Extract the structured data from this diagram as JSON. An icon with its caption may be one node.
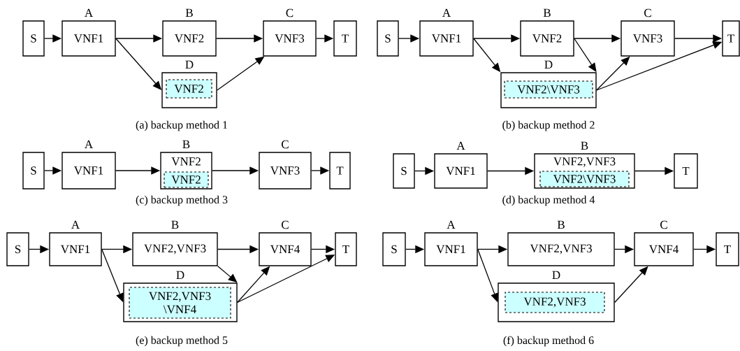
{
  "diagram": {
    "nodes": [
      {
        "text": [
          "S"
        ]
      },
      {
        "text": [
          "A",
          "VNF1"
        ]
      },
      {
        "text": [
          "B",
          "VNF2"
        ]
      },
      {
        "text": [
          "C",
          "VNF3"
        ]
      },
      {
        "text": [
          "T"
        ]
      },
      {
        "text": [
          "D"
        ]
      },
      {
        "text": [
          "VNF2"
        ],
        "in": 5
      },
      {
        "text": [
          "S"
        ]
      },
      {
        "text": [
          "A",
          "VNF1"
        ]
      },
      {
        "text": [
          "B",
          "VNF2"
        ]
      },
      {
        "text": [
          "C",
          "VNF3"
        ]
      },
      {
        "text": [
          "T"
        ]
      },
      {
        "text": [
          "D"
        ]
      },
      {
        "text": [
          "VNF2\\VNF3"
        ],
        "in": 12
      },
      {
        "text": [
          "S"
        ]
      },
      {
        "text": [
          "A",
          "VNF1"
        ]
      },
      {
        "text": [
          "B",
          "VNF2"
        ]
      },
      {
        "text": [
          "VNF2"
        ],
        "in": 16
      },
      {
        "text": [
          "C",
          "VNF3"
        ]
      },
      {
        "text": [
          "T"
        ]
      },
      {
        "text": [
          "S"
        ]
      },
      {
        "text": [
          "A",
          "VNF1"
        ]
      },
      {
        "text": [
          "B",
          "VNF2,VNF3"
        ]
      },
      {
        "text": [
          "VNF2\\VNF3"
        ],
        "in": 22
      },
      {
        "text": [
          "T"
        ]
      },
      {
        "text": [
          "S"
        ]
      },
      {
        "text": [
          "A",
          "VNF1"
        ]
      },
      {
        "text": [
          "B",
          "VNF2,VNF3"
        ]
      },
      {
        "text": [
          "C",
          "VNF4"
        ]
      },
      {
        "text": [
          "T"
        ]
      },
      {
        "text": [
          "D"
        ]
      },
      {
        "text": [
          "VNF2,VNF3 \\VNF4"
        ],
        "in": 30
      },
      {
        "text": [
          "S"
        ]
      },
      {
        "text": [
          "A",
          "VNF1"
        ]
      },
      {
        "text": [
          "B",
          "VNF2,VNF3"
        ]
      },
      {
        "text": [
          "C",
          "VNF4"
        ]
      },
      {
        "text": [
          "T"
        ]
      },
      {
        "text": [
          "D"
        ]
      },
      {
        "text": [
          "VNF2,VNF3"
        ],
        "in": 37
      }
    ],
    "edges": [
      {
        "from": 0,
        "to": 1,
        "arrow": "to"
      },
      {
        "from": 1,
        "to": 2,
        "arrow": "to"
      },
      {
        "from": 1,
        "to": 5,
        "arrow": "to"
      },
      {
        "from": 2,
        "to": 3,
        "arrow": "to"
      },
      {
        "from": 5,
        "to": 3,
        "arrow": "to"
      },
      {
        "from": 3,
        "to": 4,
        "arrow": "to"
      },
      {
        "from": 7,
        "to": 8,
        "arrow": "to"
      },
      {
        "from": 8,
        "to": 9,
        "arrow": "to"
      },
      {
        "from": 8,
        "to": 12,
        "arrow": "to"
      },
      {
        "from": 9,
        "to": 10,
        "arrow": "to"
      },
      {
        "from": 9,
        "to": 12,
        "arrow": "to"
      },
      {
        "from": 12,
        "to": 10,
        "arrow": "to"
      },
      {
        "from": 12,
        "to": 11,
        "arrow": "to"
      },
      {
        "from": 10,
        "to": 11,
        "arrow": "to"
      },
      {
        "from": 14,
        "to": 15,
        "arrow": "to"
      },
      {
        "from": 15,
        "to": 16,
        "arrow": "to"
      },
      {
        "from": 16,
        "to": 18,
        "arrow": "to"
      },
      {
        "from": 18,
        "to": 19,
        "arrow": "to"
      },
      {
        "from": 20,
        "to": 21,
        "arrow": "to"
      },
      {
        "from": 21,
        "to": 22,
        "arrow": "to"
      },
      {
        "from": 22,
        "to": 24,
        "arrow": "to"
      },
      {
        "from": 25,
        "to": 26,
        "arrow": "to"
      },
      {
        "from": 26,
        "to": 27,
        "arrow": "to"
      },
      {
        "from": 26,
        "to": 30,
        "arrow": "to"
      },
      {
        "from": 27,
        "to": 28,
        "arrow": "to"
      },
      {
        "from": 27,
        "to": 30,
        "arrow": "to"
      },
      {
        "from": 30,
        "to": 28,
        "arrow": "to"
      },
      {
        "from": 30,
        "to": 29,
        "arrow": "to"
      },
      {
        "from": 28,
        "to": 29,
        "arrow": "to"
      },
      {
        "from": 32,
        "to": 33,
        "arrow": "to"
      },
      {
        "from": 33,
        "to": 34,
        "arrow": "to"
      },
      {
        "from": 33,
        "to": 37,
        "arrow": "to"
      },
      {
        "from": 34,
        "to": 35,
        "arrow": "to"
      },
      {
        "from": 37,
        "to": 35,
        "arrow": "to"
      },
      {
        "from": 35,
        "to": 36,
        "arrow": "to"
      }
    ],
    "labels": [
      "(a)  backup method 1",
      "(b)  backup method 2",
      "(c)  backup method 3",
      "(d)  backup method 4",
      "(e)  backup method 5",
      "(f)  backup method 6"
    ]
  }
}
